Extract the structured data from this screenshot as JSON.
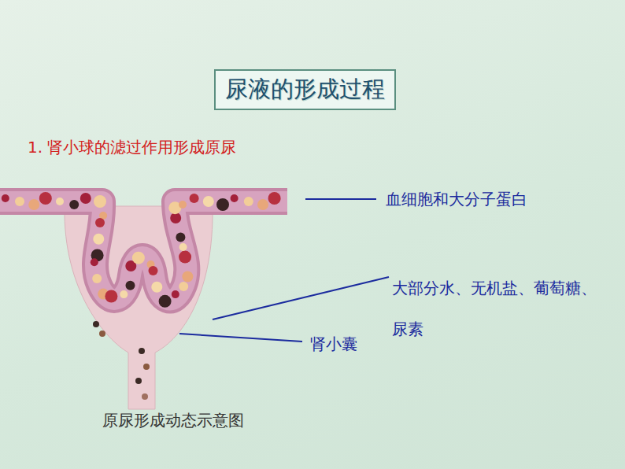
{
  "diagram": {
    "title": "尿液的形成过程",
    "caption": "原尿形成动态示意图",
    "labels": [
      "1. 肾小球的滤过作用形成原尿",
      "血细胞和大分子蛋白",
      "大部分水、无机盐、葡萄糖、尿素",
      "肾小囊"
    ]
  }
}
